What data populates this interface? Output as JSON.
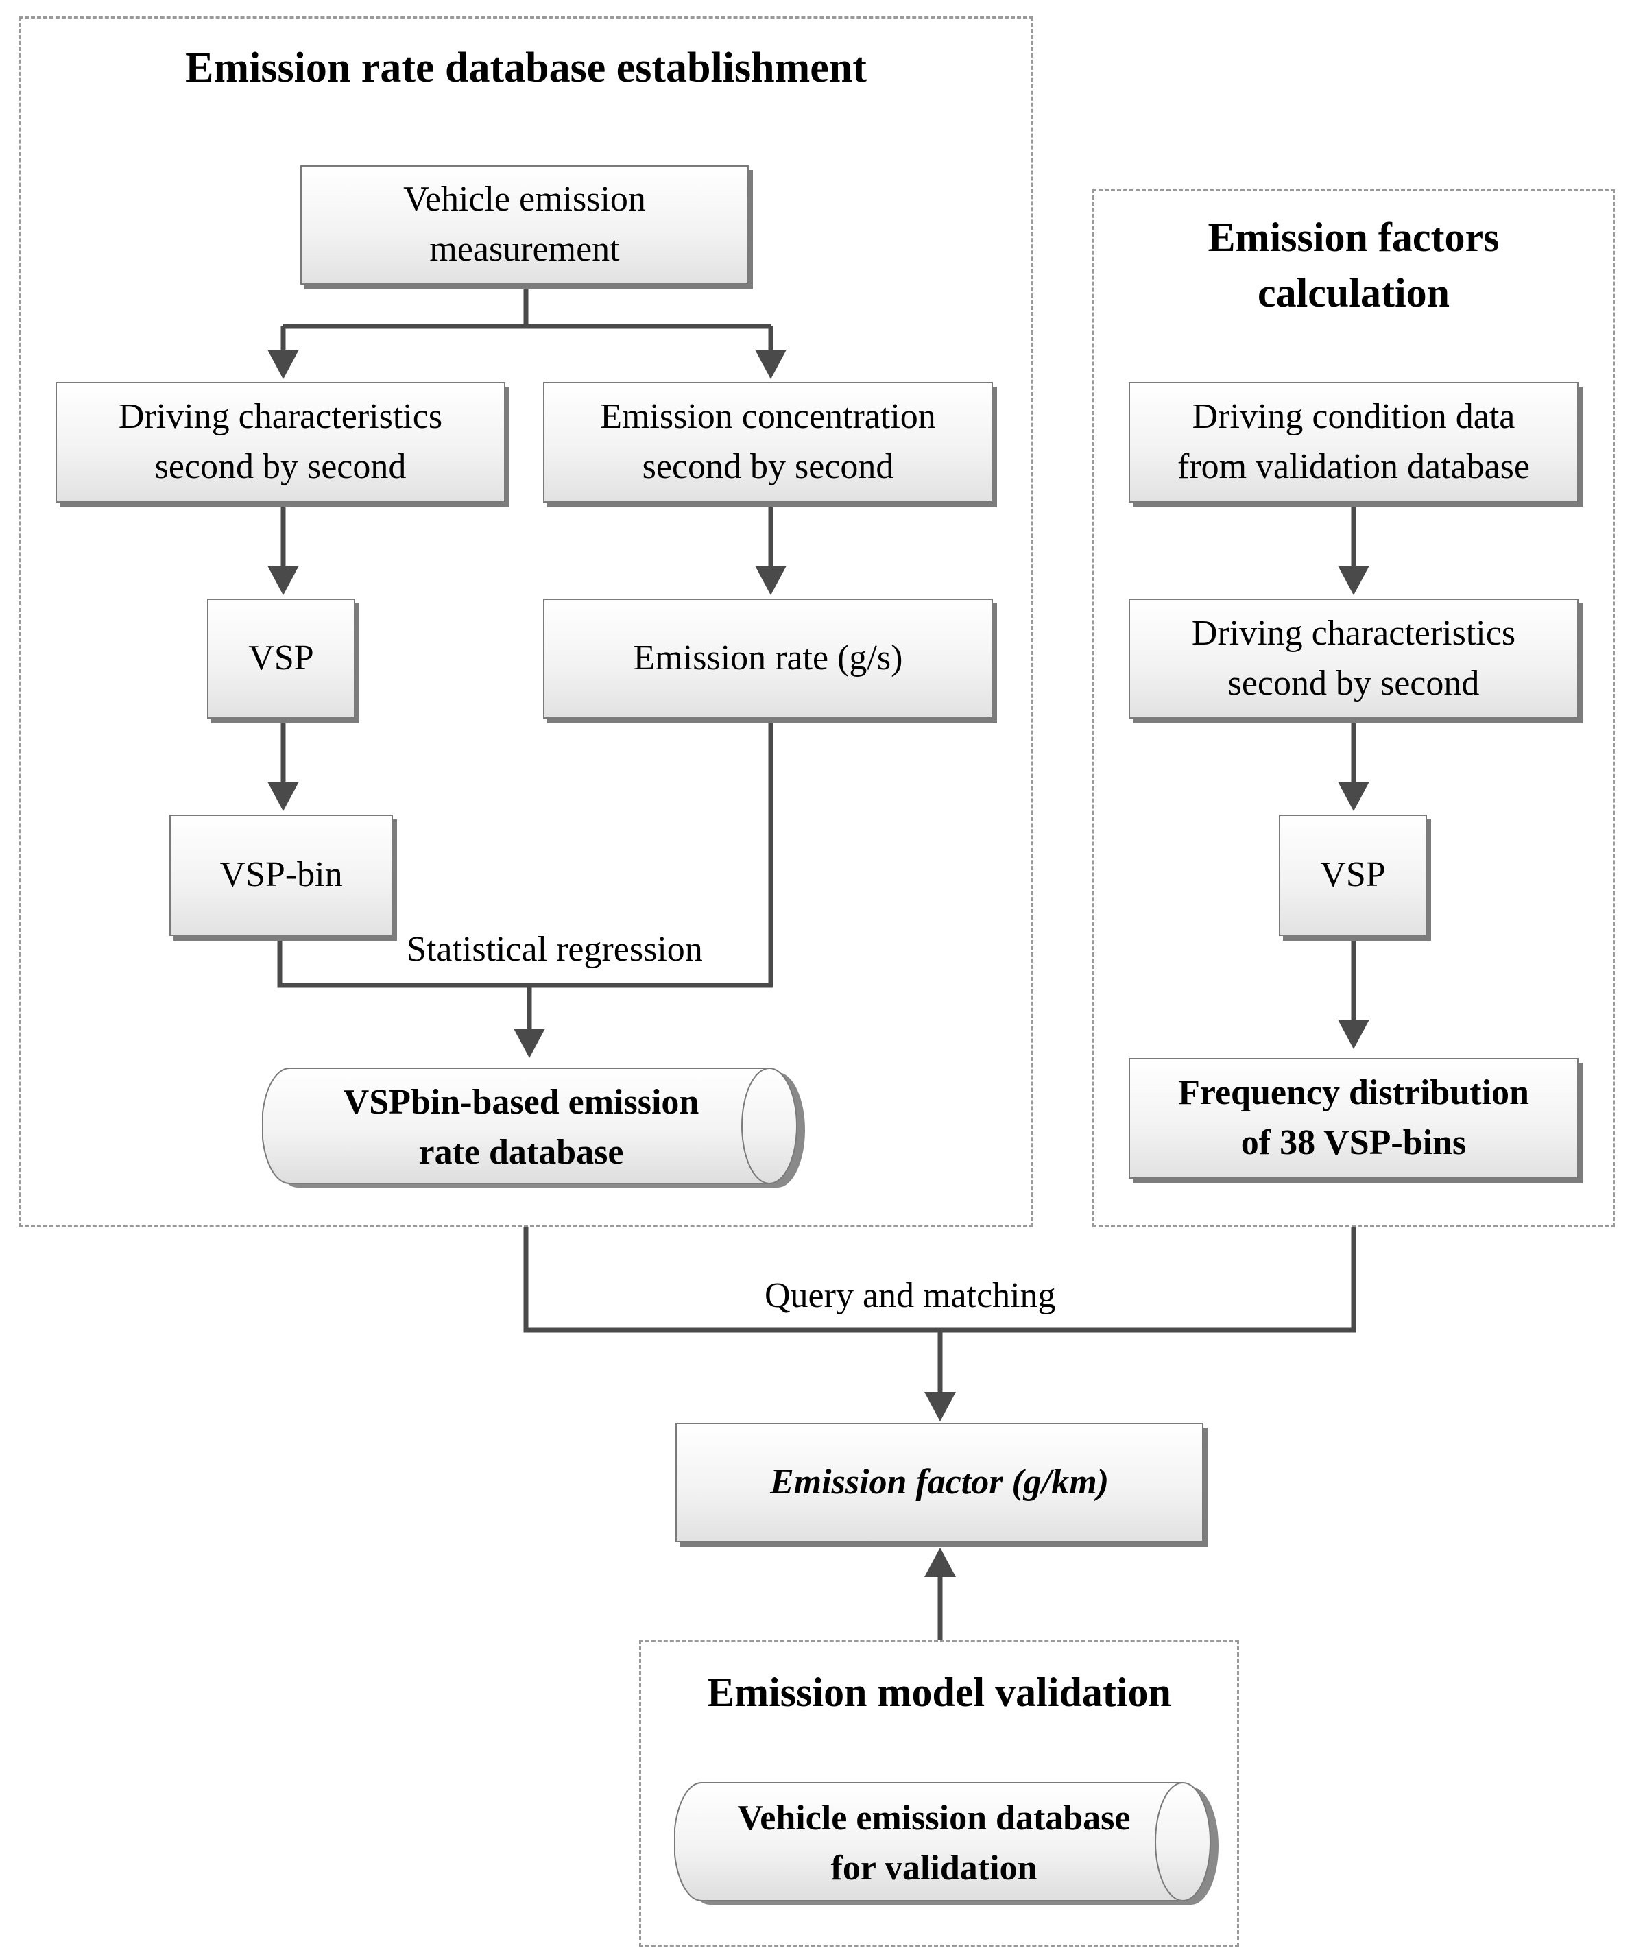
{
  "panels": {
    "establishment": {
      "title": "Emission rate database establishment"
    },
    "factors": {
      "title": "Emission factors\ncalculation"
    },
    "validation": {
      "title": "Emission model validation"
    }
  },
  "nodes": {
    "measurement": "Vehicle emission\nmeasurement",
    "driving_left": "Driving characteristics\nsecond by second",
    "concentration": "Emission concentration\nsecond by second",
    "vsp_left": "VSP",
    "emission_rate": "Emission rate (g/s)",
    "vsp_bin": "VSP-bin",
    "vspbin_database": "VSPbin-based emission\nrate database",
    "condition_data": "Driving condition data\nfrom validation database",
    "driving_right": "Driving characteristics\nsecond by second",
    "vsp_right": "VSP",
    "frequency": "Frequency distribution\nof 38 VSP-bins",
    "emission_factor": "Emission factor (g/km)",
    "validation_database": "Vehicle emission database\nfor validation"
  },
  "edge_labels": {
    "statistical_regression": "Statistical regression",
    "query_matching": "Query and matching"
  },
  "colors": {
    "line": "#4a4a4a",
    "panel_border": "#9a9a9a",
    "box_shadow": "#7c7c7c"
  }
}
